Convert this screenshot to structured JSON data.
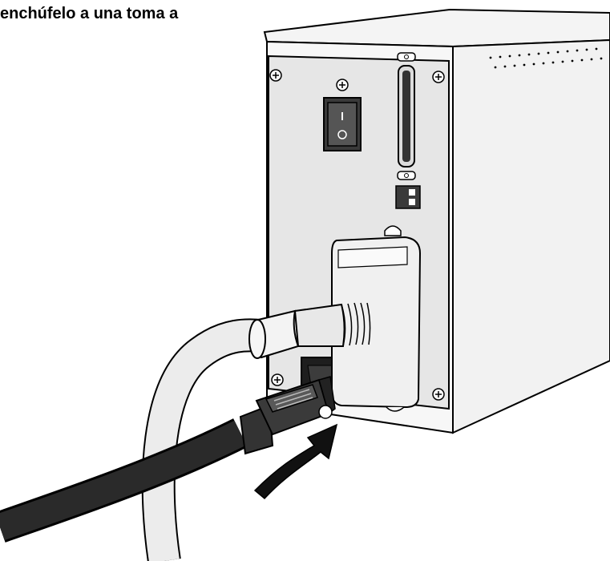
{
  "caption": "enchúfelo a una toma a",
  "colors": {
    "ink": "#000000",
    "panel": "#e6e6e6",
    "casing": "#f4f4f4",
    "cable_white": "#ececec",
    "cable_dark": "#262626",
    "arrow": "#111111"
  },
  "icons": [
    "screw-icon",
    "power-switch",
    "scsi-connector",
    "dip-switch",
    "power-cable-plug",
    "insert-arrow"
  ]
}
